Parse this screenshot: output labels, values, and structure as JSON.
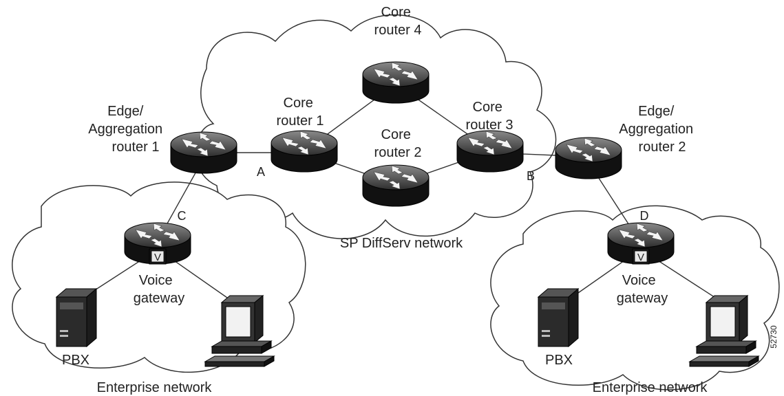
{
  "routers": {
    "core4": [
      "Core",
      "router 4"
    ],
    "core1": [
      "Core",
      "router 1"
    ],
    "core2": [
      "Core",
      "router 2"
    ],
    "core3": [
      "Core",
      "router 3"
    ],
    "edge1": [
      "Edge/",
      "Aggregation",
      "router 1"
    ],
    "edge2": [
      "Edge/",
      "Aggregation",
      "router 2"
    ]
  },
  "points": {
    "a": "A",
    "b": "B",
    "c": "C",
    "d": "D"
  },
  "sp_network": "SP DiffServ network",
  "left_site": {
    "gateway": [
      "Voice",
      "gateway"
    ],
    "gateway_badge": "V",
    "pbx": "PBX",
    "network": "Enterprise network"
  },
  "right_site": {
    "gateway": [
      "Voice",
      "gateway"
    ],
    "gateway_badge": "V",
    "pbx": "PBX",
    "network": "Enterprise network"
  },
  "figure_id": "52730"
}
